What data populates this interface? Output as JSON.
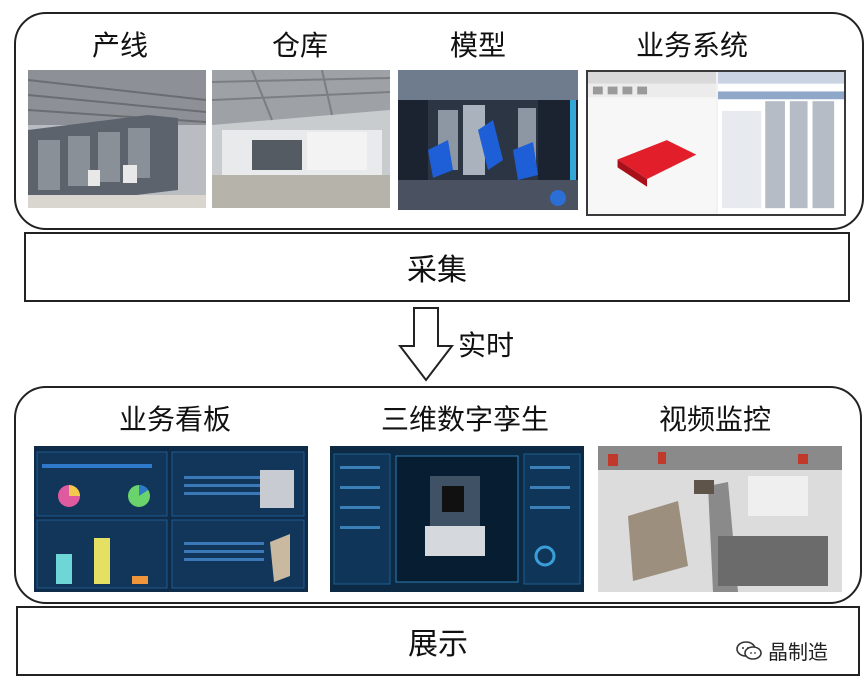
{
  "top_panel": {
    "titles": [
      "产线",
      "仓库",
      "模型",
      "业务系统"
    ]
  },
  "collect_bar": {
    "label": "采集"
  },
  "arrow": {
    "label": "实时"
  },
  "bottom_panel": {
    "titles": [
      "业务看板",
      "三维数字孪生",
      "视频监控"
    ]
  },
  "display_bar": {
    "label": "展示"
  },
  "watermark": {
    "icon": "chat-icon",
    "text": "晶制造"
  },
  "colors": {
    "border": "#222222",
    "dashboard_bg": "#0f2b4a",
    "twin_bg": "#0c2a44",
    "model_blue": "#1e5fd8",
    "red_part": "#e11e2a"
  }
}
